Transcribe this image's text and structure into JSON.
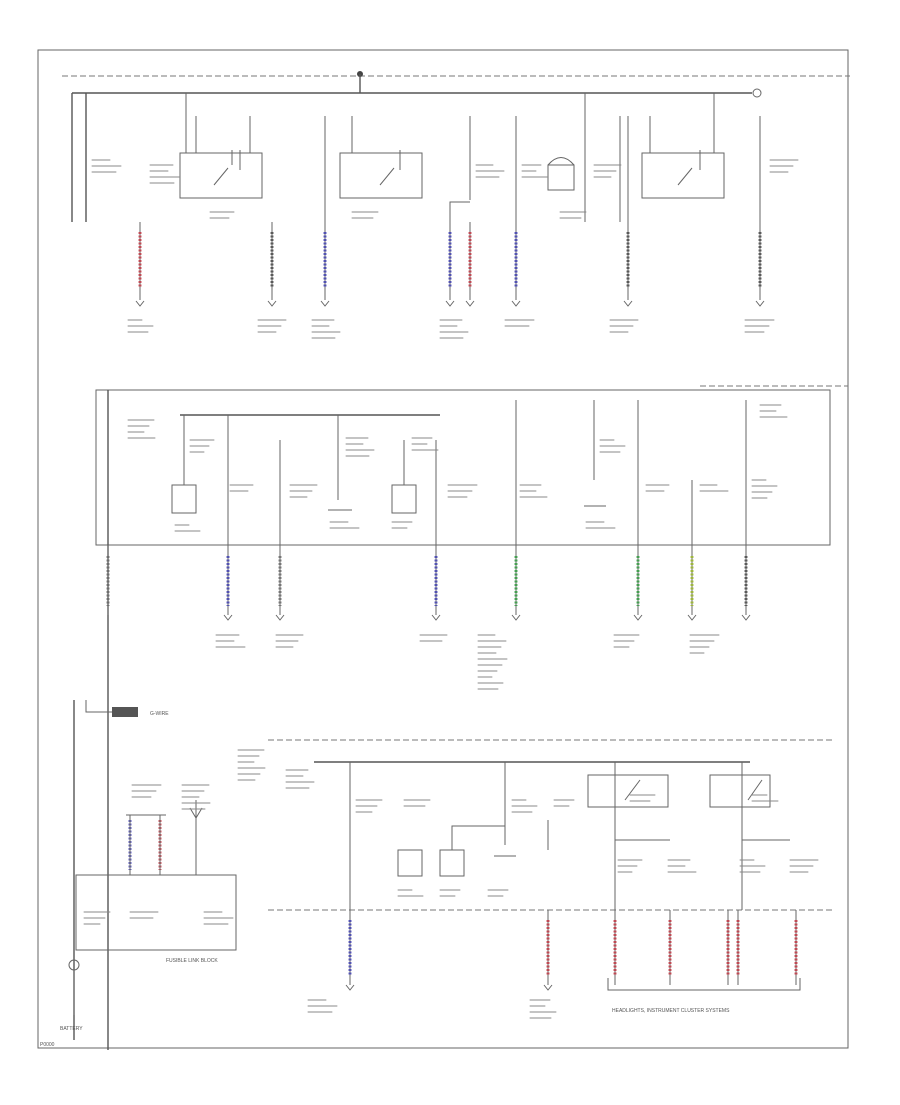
{
  "diagram": {
    "title": "",
    "labels": {
      "ground_tag": "G-WIRE",
      "battery": "BATTERY",
      "fusible_link_block": "FUSIBLE LINK BLOCK",
      "bottom_right_group": "HEADLIGHTS, INSTRUMENT CLUSTER SYSTEMS",
      "corner_code": "P0000"
    },
    "wire_colors": {
      "red": "#c0303c",
      "blue": "#3a3ab0",
      "green": "#2a9a3a",
      "yellow_green": "#9ab820",
      "black": "#444444",
      "gray": "#666666"
    }
  }
}
